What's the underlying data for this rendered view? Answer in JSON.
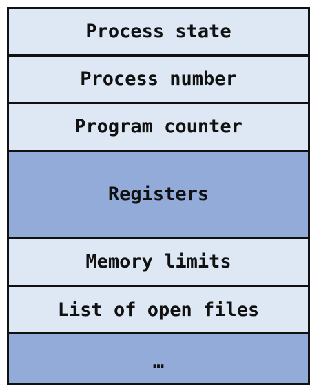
{
  "pcb": {
    "fields": [
      {
        "label": "Process state",
        "shade": "light"
      },
      {
        "label": "Process number",
        "shade": "light"
      },
      {
        "label": "Program counter",
        "shade": "light"
      },
      {
        "label": "Registers",
        "shade": "dark"
      },
      {
        "label": "Memory limits",
        "shade": "light"
      },
      {
        "label": "List of open files",
        "shade": "light"
      },
      {
        "label": "…",
        "shade": "dark"
      }
    ]
  },
  "colors": {
    "light_fill": "#dee8f4",
    "dark_fill": "#93abd9",
    "border": "#111111"
  }
}
